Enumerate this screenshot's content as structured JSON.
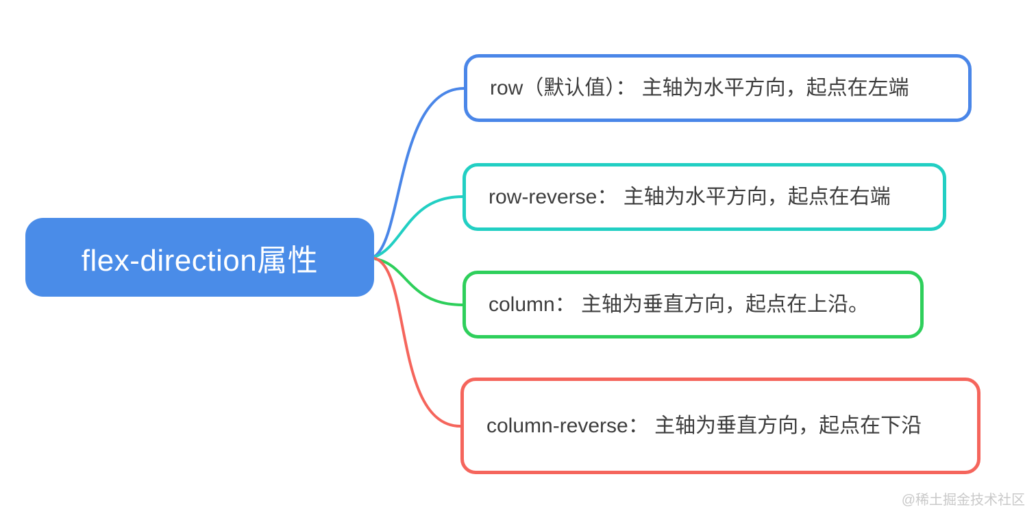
{
  "root": {
    "label": "flex-direction属性",
    "bg": "#4a8ce8",
    "text_color": "#ffffff"
  },
  "branches": [
    {
      "id": "row",
      "label": "row（默认值）： 主轴为水平方向，起点在左端",
      "color": "#4a86e8"
    },
    {
      "id": "row-reverse",
      "label": "row-reverse： 主轴为水平方向，起点在右端",
      "color": "#22cfc3"
    },
    {
      "id": "column",
      "label": "column： 主轴为垂直方向，起点在上沿。",
      "color": "#2ecf5b"
    },
    {
      "id": "column-reverse",
      "label": "column-reverse： 主轴为垂直方向，起点在下沿",
      "color": "#f5655c"
    }
  ],
  "watermark": {
    "label": "@稀土掘金技术社区",
    "color": "#c9c9c9"
  }
}
